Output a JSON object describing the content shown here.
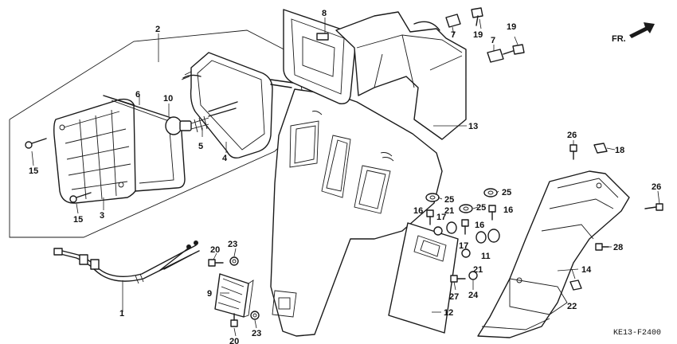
{
  "diagram": {
    "callouts": [
      {
        "id": "c1",
        "text": "1"
      },
      {
        "id": "c2",
        "text": "2"
      },
      {
        "id": "c3",
        "text": "3"
      },
      {
        "id": "c4",
        "text": "4"
      },
      {
        "id": "c5",
        "text": "5"
      },
      {
        "id": "c6",
        "text": "6"
      },
      {
        "id": "c7a",
        "text": "7"
      },
      {
        "id": "c7b",
        "text": "7"
      },
      {
        "id": "c8",
        "text": "8"
      },
      {
        "id": "c9",
        "text": "9"
      },
      {
        "id": "c10",
        "text": "10"
      },
      {
        "id": "c11",
        "text": "11"
      },
      {
        "id": "c12",
        "text": "12"
      },
      {
        "id": "c13",
        "text": "13"
      },
      {
        "id": "c14",
        "text": "14"
      },
      {
        "id": "c15a",
        "text": "15"
      },
      {
        "id": "c15b",
        "text": "15"
      },
      {
        "id": "c16a",
        "text": "16"
      },
      {
        "id": "c16b",
        "text": "16"
      },
      {
        "id": "c16c",
        "text": "16"
      },
      {
        "id": "c17a",
        "text": "17"
      },
      {
        "id": "c17b",
        "text": "17"
      },
      {
        "id": "c18",
        "text": "18"
      },
      {
        "id": "c19a",
        "text": "19"
      },
      {
        "id": "c19b",
        "text": "19"
      },
      {
        "id": "c20a",
        "text": "20"
      },
      {
        "id": "c20b",
        "text": "20"
      },
      {
        "id": "c21a",
        "text": "21"
      },
      {
        "id": "c21b",
        "text": "21"
      },
      {
        "id": "c22",
        "text": "22"
      },
      {
        "id": "c23a",
        "text": "23"
      },
      {
        "id": "c23b",
        "text": "23"
      },
      {
        "id": "c24",
        "text": "24"
      },
      {
        "id": "c25a",
        "text": "25"
      },
      {
        "id": "c25b",
        "text": "25"
      },
      {
        "id": "c25c",
        "text": "25"
      },
      {
        "id": "c26a",
        "text": "26"
      },
      {
        "id": "c26b",
        "text": "26"
      },
      {
        "id": "c27",
        "text": "27"
      },
      {
        "id": "c28",
        "text": "28"
      }
    ],
    "direction_label": "FR.",
    "diagram_code": "KE13-F2400"
  }
}
